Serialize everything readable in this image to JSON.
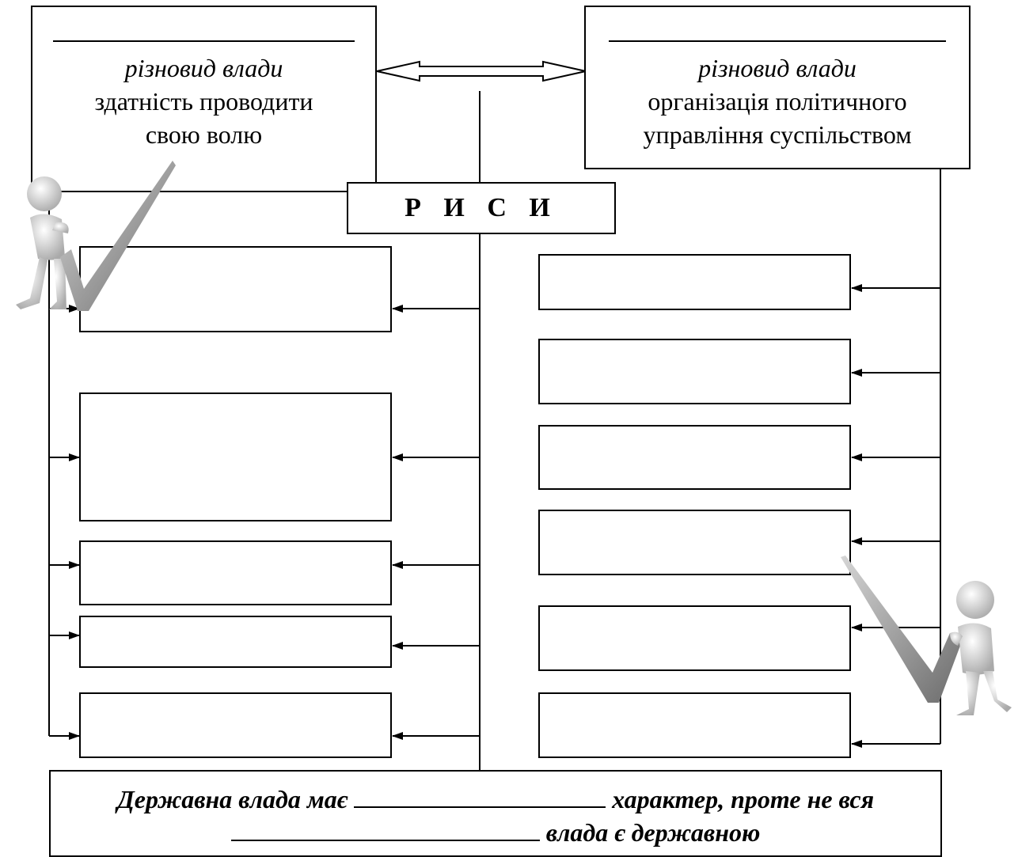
{
  "left_box": {
    "blank": "",
    "type_label": "різновид влади",
    "line1": "здатність проводити",
    "line2": "свою волю"
  },
  "right_box": {
    "blank": "",
    "type_label": "різновид влади",
    "line1": "організація політичного",
    "line2": "управління суспільством"
  },
  "center_header": "Р И С И",
  "bottom": {
    "part1": "Державна влада має",
    "part2": "характер, проте не вся",
    "part3": "влада є державною"
  },
  "left_feature_boxes": [
    "",
    "",
    "",
    "",
    ""
  ],
  "right_feature_boxes": [
    "",
    "",
    "",
    "",
    "",
    ""
  ],
  "decorations": [
    "thinking-figure-icon",
    "checkmark-icon",
    "leaning-figure-icon",
    "checkmark-icon"
  ]
}
